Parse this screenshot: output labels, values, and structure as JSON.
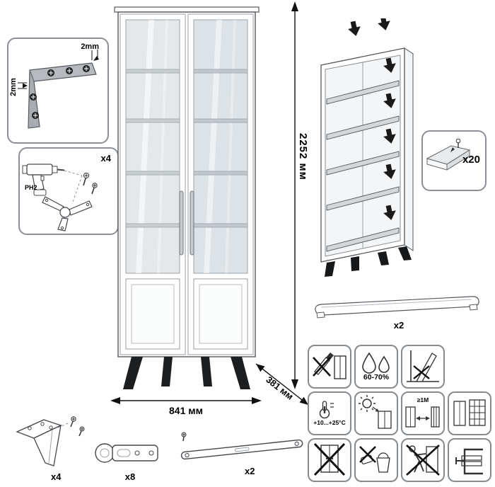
{
  "corner_detail": {
    "dim_top": "2mm",
    "dim_left": "2mm"
  },
  "drill_detail": {
    "count": "x4",
    "bit_label": "PH2"
  },
  "dimensions": {
    "height": "2252 мм",
    "width": "841 мм",
    "depth": "381 мм"
  },
  "shelf_pin_detail": {
    "count": "x20"
  },
  "top_rail": {
    "count": "x2"
  },
  "parts": {
    "leg_count": "x4",
    "hinge_count": "x8",
    "strap_count": "x2"
  },
  "care": {
    "humidity": "60-70%",
    "temperature": "+10...+25°C",
    "distance": "≥1M"
  }
}
